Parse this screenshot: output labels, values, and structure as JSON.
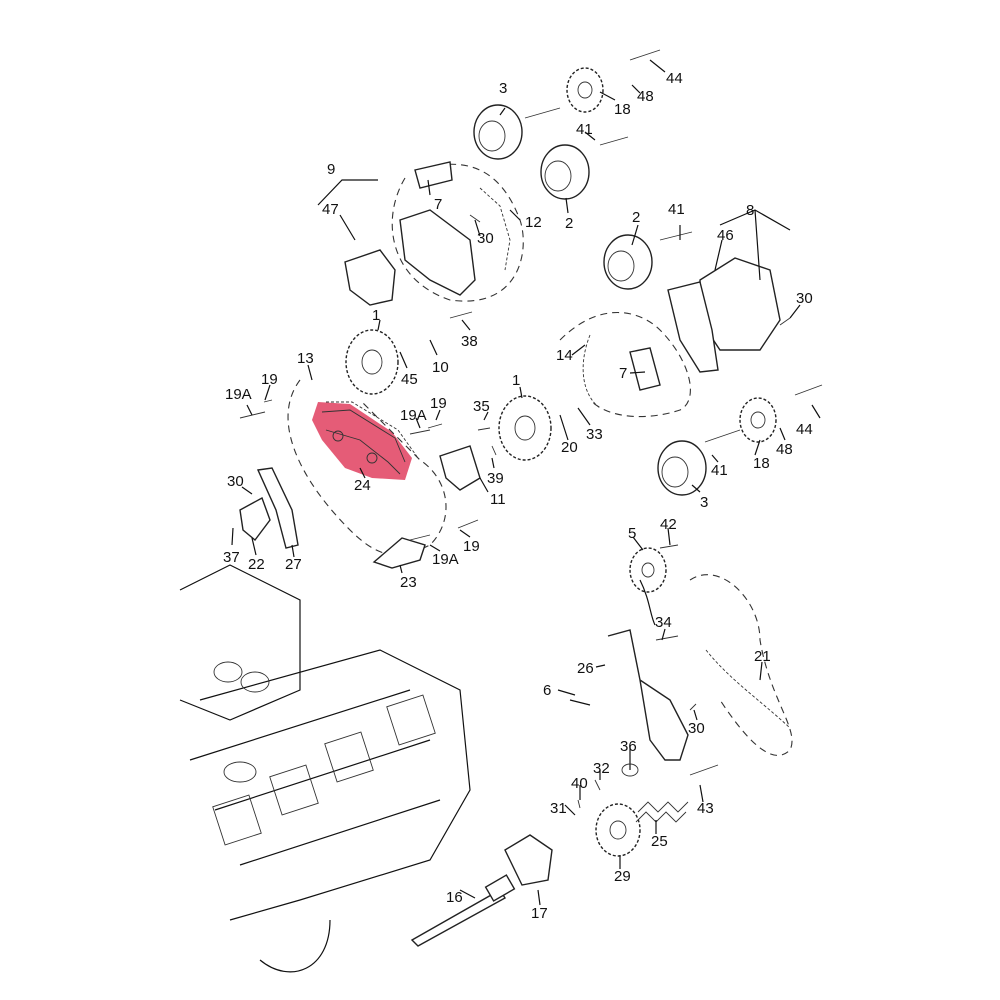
{
  "highlight_color": "#e0405f",
  "labels": {
    "l44a": "44",
    "l48a": "48",
    "l18a": "18",
    "l3a": "3",
    "l41a": "41",
    "l2a": "2",
    "l9": "9",
    "l47": "47",
    "l7a": "7",
    "l30a": "30",
    "l12": "12",
    "l8": "8",
    "l2b": "2",
    "l41b": "41",
    "l46": "46",
    "l30b": "30",
    "l1a": "1",
    "l38": "38",
    "l10": "10",
    "l45": "45",
    "l13": "13",
    "l19Aa": "19A",
    "l19a": "19",
    "l14": "14",
    "l7b": "7",
    "l19b": "19",
    "l19Ab": "19A",
    "l35": "35",
    "l1b": "1",
    "l20": "20",
    "l33": "33",
    "l48b": "48",
    "l44b": "44",
    "l30c": "30",
    "l24": "24",
    "l39": "39",
    "l11": "11",
    "l41c": "41",
    "l18b": "18",
    "l3b": "3",
    "l37": "37",
    "l22": "22",
    "l27": "27",
    "l19c": "19",
    "l19Ac": "19A",
    "l23": "23",
    "l5": "5",
    "l42": "42",
    "l34": "34",
    "l21": "21",
    "l26": "26",
    "l6": "6",
    "l30d": "30",
    "l36": "36",
    "l40": "40",
    "l32": "32",
    "l43": "43",
    "l31": "31",
    "l25": "25",
    "l29": "29",
    "l16": "16",
    "l17": "17"
  }
}
